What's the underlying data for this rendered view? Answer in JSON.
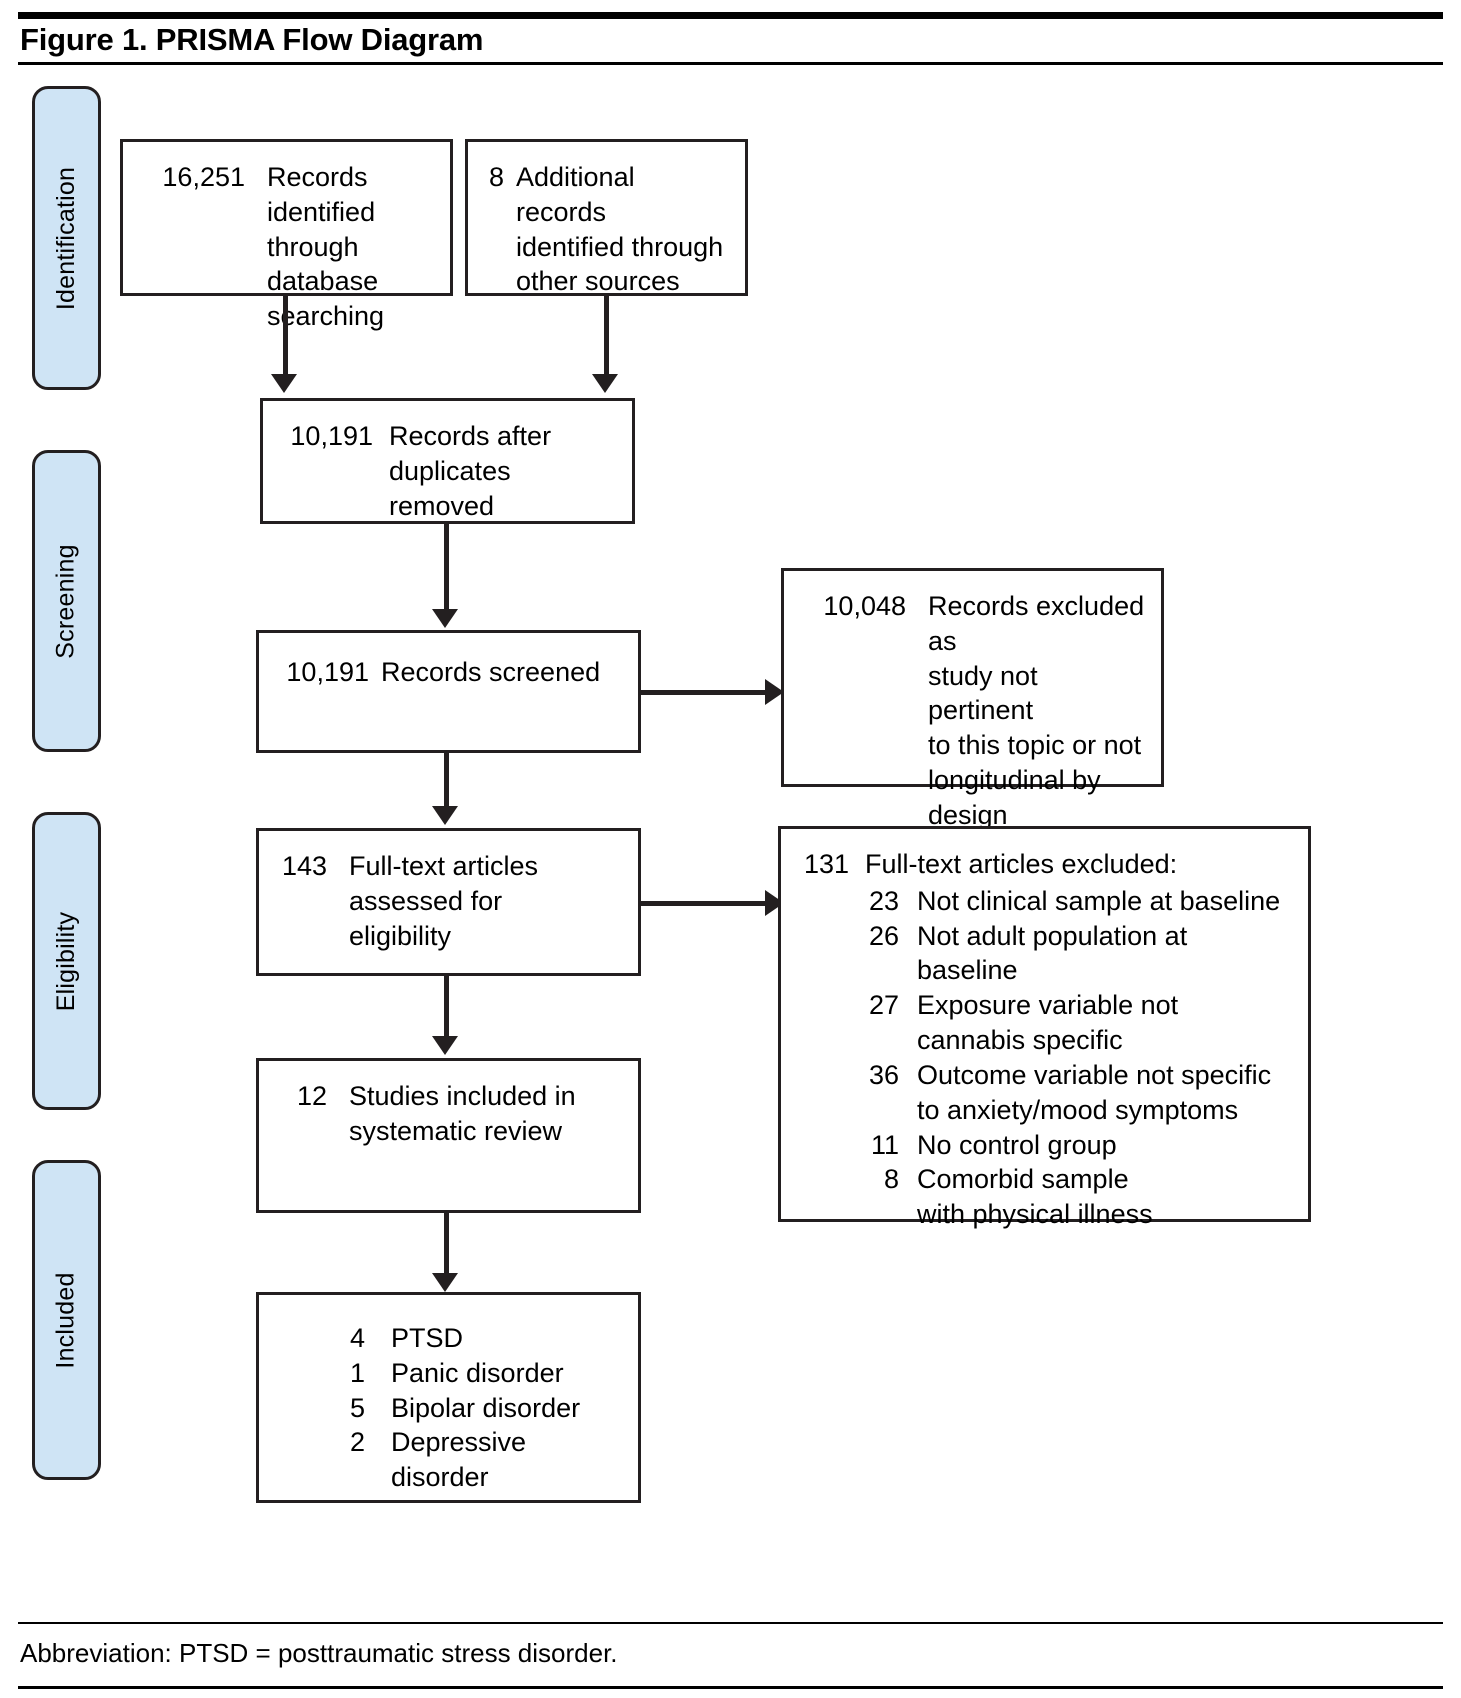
{
  "figure": {
    "title": "Figure 1. PRISMA Flow Diagram",
    "footnote": "Abbreviation: PTSD = posttraumatic stress disorder."
  },
  "colors": {
    "stage_fill": "#cfe4f5",
    "stroke": "#231f20",
    "box_fill": "#ffffff"
  },
  "stages": [
    {
      "id": "identification",
      "label": "Identification"
    },
    {
      "id": "screening",
      "label": "Screening"
    },
    {
      "id": "eligibility",
      "label": "Eligibility"
    },
    {
      "id": "included",
      "label": "Included"
    }
  ],
  "boxes": {
    "database_records": {
      "count": "16,251",
      "text": "Records identified\nthrough database\nsearching"
    },
    "other_records": {
      "count": "8",
      "text": "Additional records\nidentified through\nother sources"
    },
    "after_duplicates": {
      "count": "10,191",
      "text": "Records after\nduplicates removed"
    },
    "records_screened": {
      "count": "10,191",
      "text": "Records screened"
    },
    "records_excluded": {
      "count": "10,048",
      "text": "Records excluded as\nstudy not pertinent\nto this topic or not\nlongitudinal by\ndesign"
    },
    "fulltext_assessed": {
      "count": "143",
      "text": "Full-text articles\nassessed for\neligibility"
    },
    "fulltext_excluded": {
      "count": "131",
      "text": "Full-text articles excluded:",
      "reasons": [
        {
          "count": "23",
          "text": "Not clinical sample at baseline"
        },
        {
          "count": "26",
          "text": "Not adult population at baseline"
        },
        {
          "count": "27",
          "text": "Exposure variable not\ncannabis specific"
        },
        {
          "count": "36",
          "text": "Outcome variable not specific\nto anxiety/mood symptoms"
        },
        {
          "count": "11",
          "text": "No control group"
        },
        {
          "count": "8",
          "text": "Comorbid sample\nwith physical illness"
        }
      ]
    },
    "studies_included": {
      "count": "12",
      "text": "Studies included in\nsystematic review"
    },
    "disorders": {
      "items": [
        {
          "count": "4",
          "text": "PTSD"
        },
        {
          "count": "1",
          "text": "Panic disorder"
        },
        {
          "count": "5",
          "text": "Bipolar disorder"
        },
        {
          "count": "2",
          "text": "Depressive disorder"
        }
      ]
    }
  }
}
